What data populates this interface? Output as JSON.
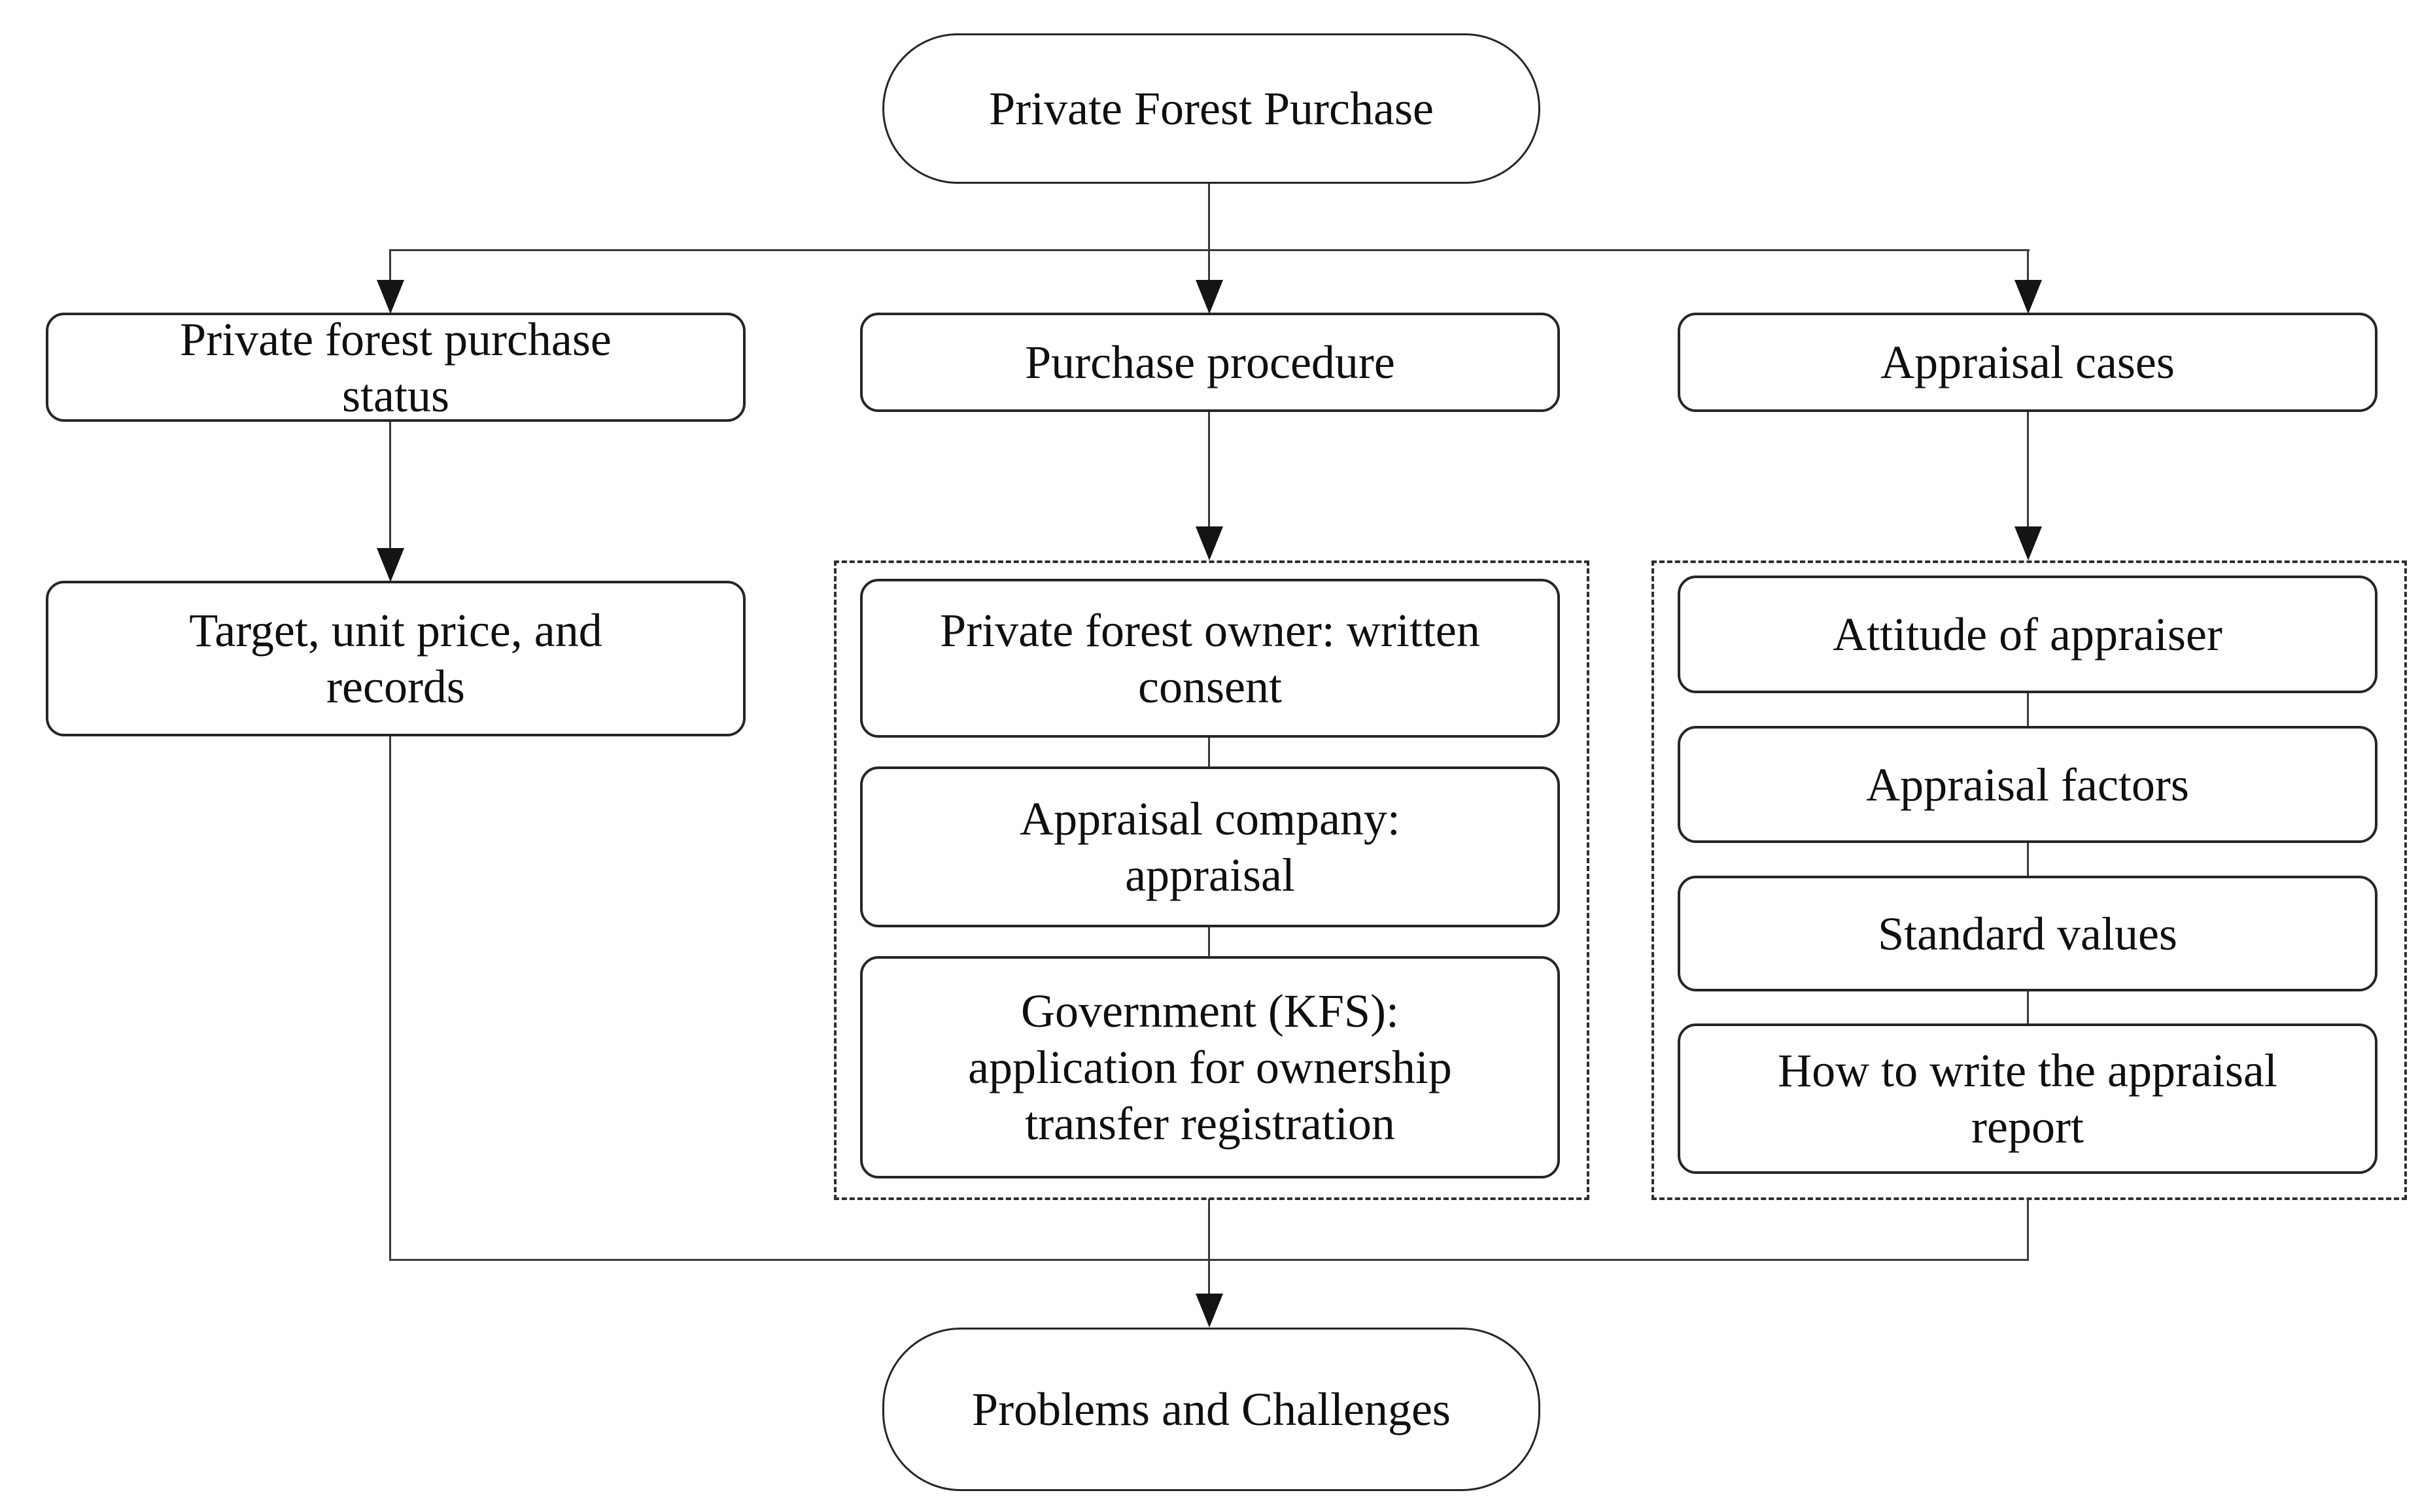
{
  "nodes": {
    "root": {
      "label": "Private Forest Purchase",
      "lines": [
        "Private Forest Purchase"
      ]
    },
    "status_header": {
      "label": "Private forest purchase status",
      "lines": [
        "Private forest purchase",
        "status"
      ]
    },
    "procedure_header": {
      "label": "Purchase procedure",
      "lines": [
        "Purchase procedure"
      ]
    },
    "cases_header": {
      "label": "Appraisal cases",
      "lines": [
        "Appraisal cases"
      ]
    },
    "target": {
      "label": "Target, unit price, and records",
      "lines": [
        "Target, unit price, and",
        "records"
      ]
    },
    "owner_consent": {
      "label": "Private forest owner: written consent",
      "lines": [
        "Private forest owner: written",
        "consent"
      ]
    },
    "appraisal_company": {
      "label": "Appraisal company: appraisal",
      "lines": [
        "Appraisal company:",
        "appraisal"
      ]
    },
    "government_kfs": {
      "label": "Government (KFS): application for ownership transfer registration",
      "lines": [
        "Government (KFS):",
        "application for ownership",
        "transfer registration"
      ]
    },
    "attitude": {
      "label": "Attitude of appraiser",
      "lines": [
        "Attitude of appraiser"
      ]
    },
    "factors": {
      "label": "Appraisal factors",
      "lines": [
        "Appraisal factors"
      ]
    },
    "standard_values": {
      "label": "Standard values",
      "lines": [
        "Standard values"
      ]
    },
    "report": {
      "label": "How to write the appraisal report",
      "lines": [
        "How to write the appraisal",
        "report"
      ]
    },
    "problems": {
      "label": "Problems and Challenges",
      "lines": [
        "Problems and Challenges"
      ]
    }
  },
  "colors": {
    "background": "#ffffff",
    "box_border": "#262626",
    "dashed_border": "#2e2e2e",
    "connector_line": "#3a3a3a",
    "arrowhead": "#141414",
    "text": "#0f0f0f"
  }
}
